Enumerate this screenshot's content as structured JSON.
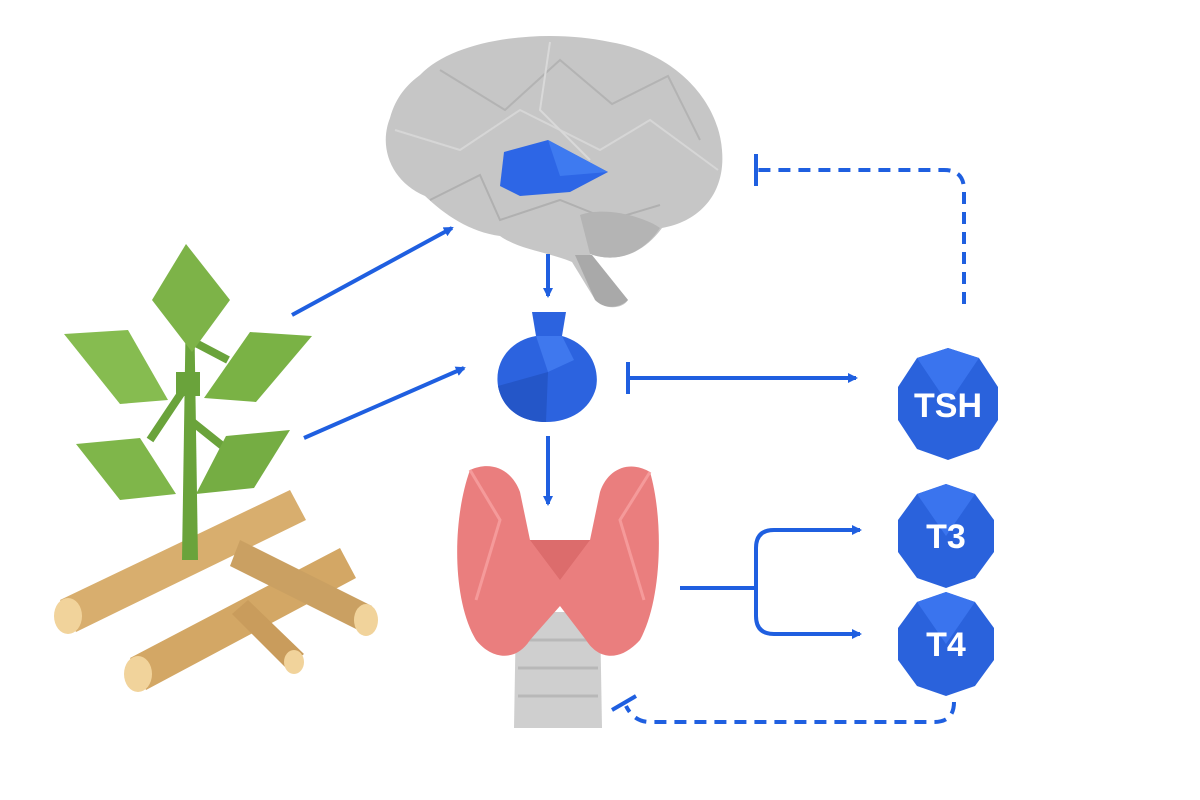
{
  "diagram": {
    "hormones": [
      {
        "id": "tsh",
        "label": "TSH"
      },
      {
        "id": "t3",
        "label": "T3"
      },
      {
        "id": "t4",
        "label": "T4"
      }
    ],
    "colors": {
      "arrow": "#1f5fe0",
      "hormone": "#2a62dc",
      "hypothalamus": "#2d66e6",
      "pituitary": "#2c63df",
      "brain": "#c4c4c4",
      "thyroid": "#ea7e7e",
      "trachea": "#cfcfcf",
      "leaf": "#7db348",
      "root": "#d8ae6e"
    },
    "icons": [
      "brain-icon",
      "pituitary-icon",
      "thyroid-icon",
      "herb-plant-icon",
      "root-sticks-icon"
    ]
  }
}
